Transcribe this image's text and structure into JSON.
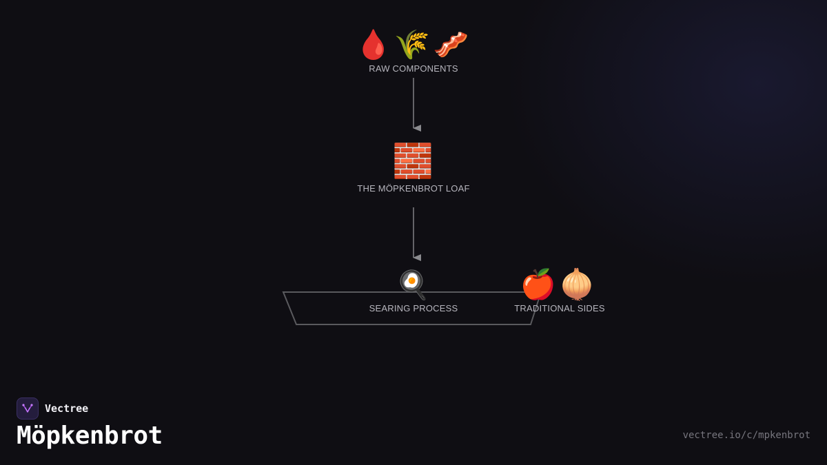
{
  "brand": {
    "name": "Vectree",
    "logo_icon": "vectree-logo-icon"
  },
  "page": {
    "title": "Möpkenbrot",
    "url": "vectree.io/c/mpkenbrot"
  },
  "diagram": {
    "nodes": [
      {
        "id": "raw",
        "label": "RAW COMPONENTS",
        "emoji": "🩸🌾🥓",
        "icons": [
          "blood-drop-icon",
          "wheat-icon",
          "bacon-icon"
        ]
      },
      {
        "id": "loaf",
        "label": "THE MÖPKENBROT LOAF",
        "emoji": "🧱",
        "icons": [
          "brick-icon"
        ]
      },
      {
        "id": "searing",
        "label": "SEARING PROCESS",
        "emoji": "🍳",
        "icons": [
          "frying-pan-icon"
        ]
      },
      {
        "id": "sides",
        "label": "TRADITIONAL SIDES",
        "emoji": "🍎🧅",
        "icons": [
          "apple-icon",
          "onion-icon"
        ]
      }
    ],
    "edges": [
      {
        "from": "raw",
        "to": "loaf"
      },
      {
        "from": "loaf",
        "to": "searing"
      }
    ],
    "colors": {
      "line": "#8a8a8e",
      "frame": "#5a5a5e",
      "label": "#b7b6be",
      "accent": "#a44be0"
    }
  }
}
